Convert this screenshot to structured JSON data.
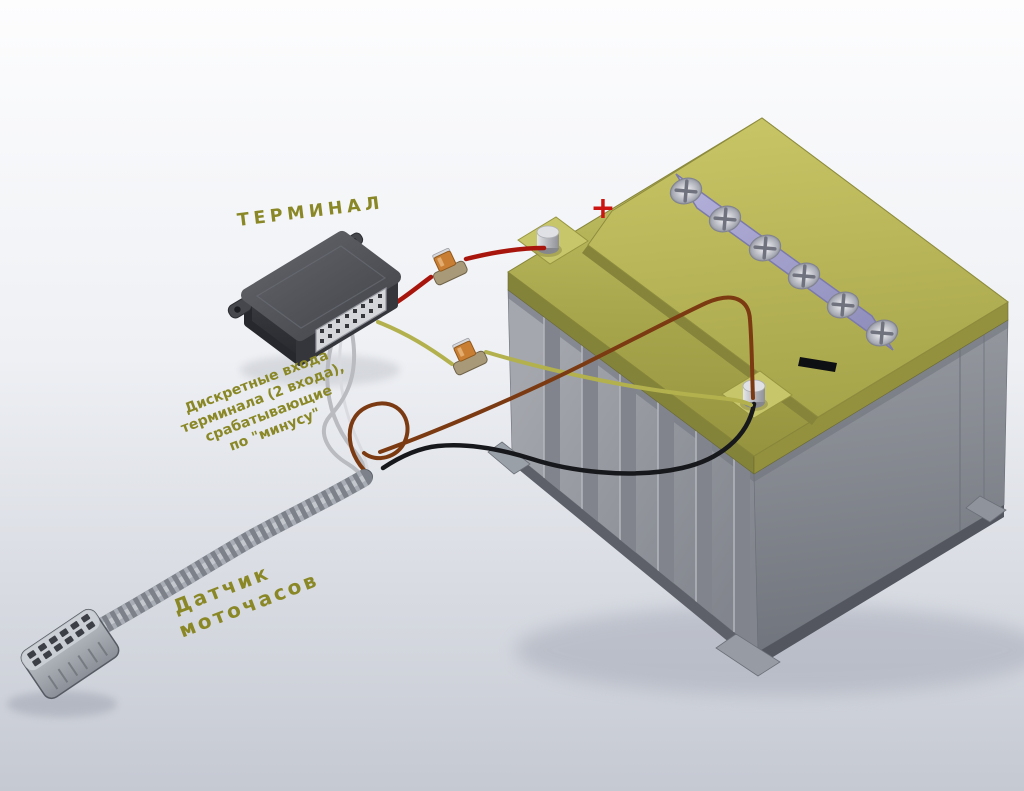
{
  "diagram": {
    "terminal_label": "ТЕРМИНАЛ",
    "battery_plus_marking": "+",
    "inputs_note_lines": {
      "0": "Дискретные входа",
      "1": "терминала (2 входа),",
      "2": "срабатывающие",
      "3": "по \"минусу\""
    },
    "sensor_label_lines": {
      "0": "Датчик",
      "1": "моточасов"
    }
  },
  "colors": {
    "label_olive": "#8a8826",
    "plus_red": "#cc1410",
    "battery_lid": "#aaa84e",
    "battery_body": "#969aa0",
    "screw_panel": "#a3a1d0",
    "wire_red": "#a8150d",
    "wire_black": "#17181c",
    "wire_brown": "#7b3a12",
    "wire_yellow_green": "#b2b14e",
    "wire_gray": "#b9bbc0",
    "fuse_orange": "#c97f33",
    "cable_gray": "#7d828a",
    "background_top": "#fdfdfe",
    "background_bottom": "#c5c9d2"
  }
}
